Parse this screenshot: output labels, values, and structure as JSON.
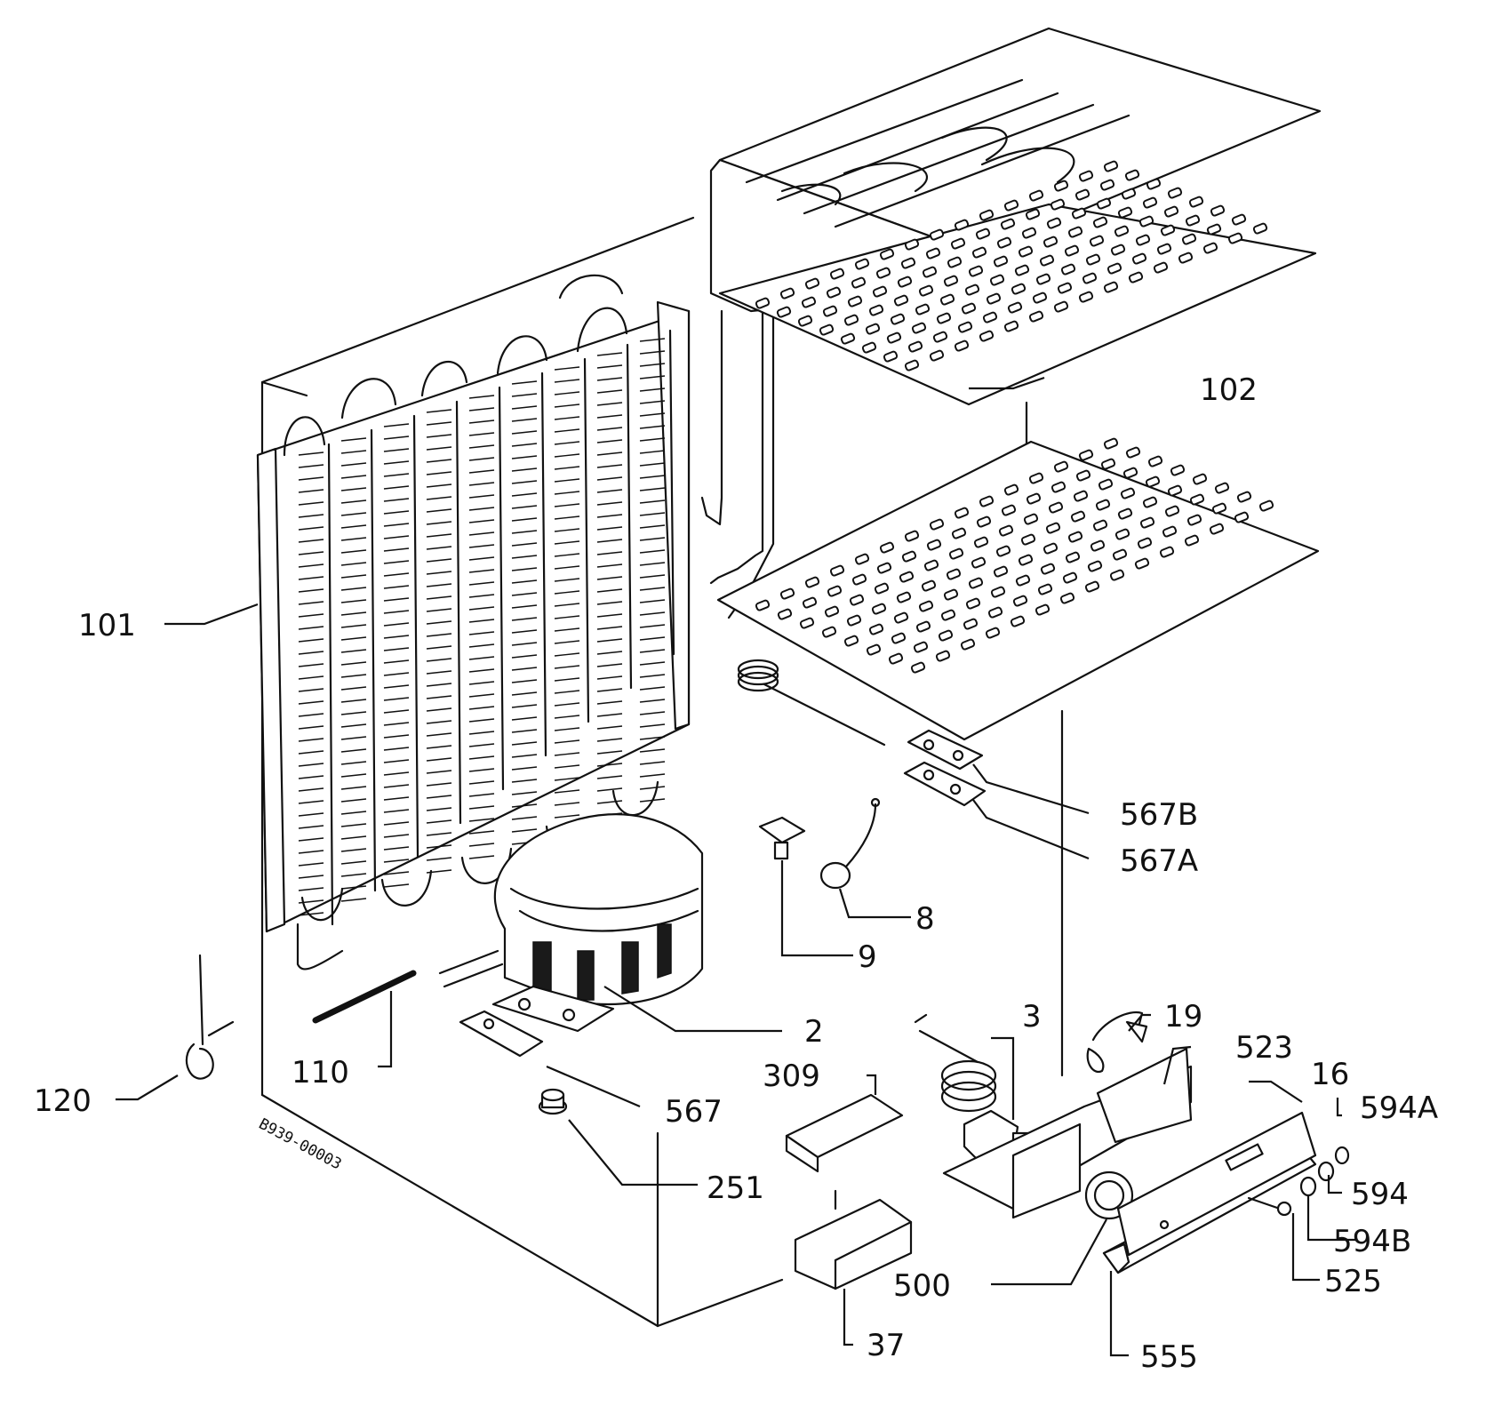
{
  "drawing_code": "B939-00003",
  "labels": {
    "101": "101",
    "102": "102",
    "110": "110",
    "120": "120",
    "2": "2",
    "3": "3",
    "8": "8",
    "9": "9",
    "16": "16",
    "19": "19",
    "37": "37",
    "251": "251",
    "309": "309",
    "500": "500",
    "523": "523",
    "525": "525",
    "555": "555",
    "567": "567",
    "567A": "567A",
    "567B": "567B",
    "594": "594",
    "594A": "594A",
    "594B": "594B"
  }
}
